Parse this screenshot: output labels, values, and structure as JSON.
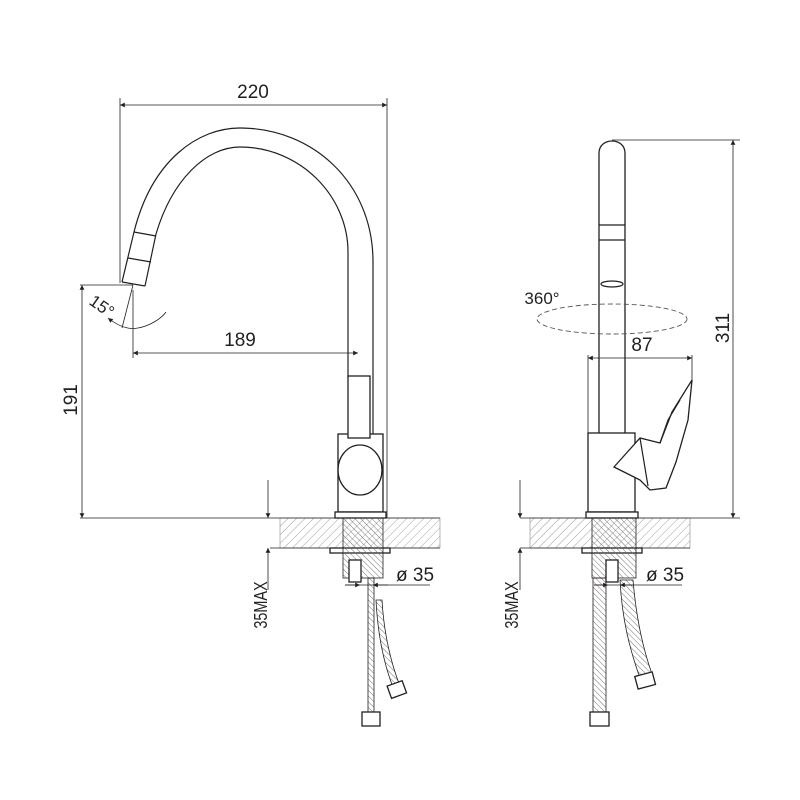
{
  "drawing": {
    "title": "Kitchen faucet dimension drawing",
    "side_view": {
      "overall_width": "220",
      "spout_reach": "189",
      "spout_height": "191",
      "spout_tilt_angle": "15°",
      "counter_thickness": "35MAX",
      "hole_diameter": "ø 35"
    },
    "front_view": {
      "swivel_angle": "360°",
      "handle_depth": "87",
      "overall_height": "311",
      "counter_thickness": "35MAX",
      "hole_diameter": "ø 35"
    }
  },
  "colors": {
    "line": "#231f20",
    "background": "#ffffff"
  }
}
